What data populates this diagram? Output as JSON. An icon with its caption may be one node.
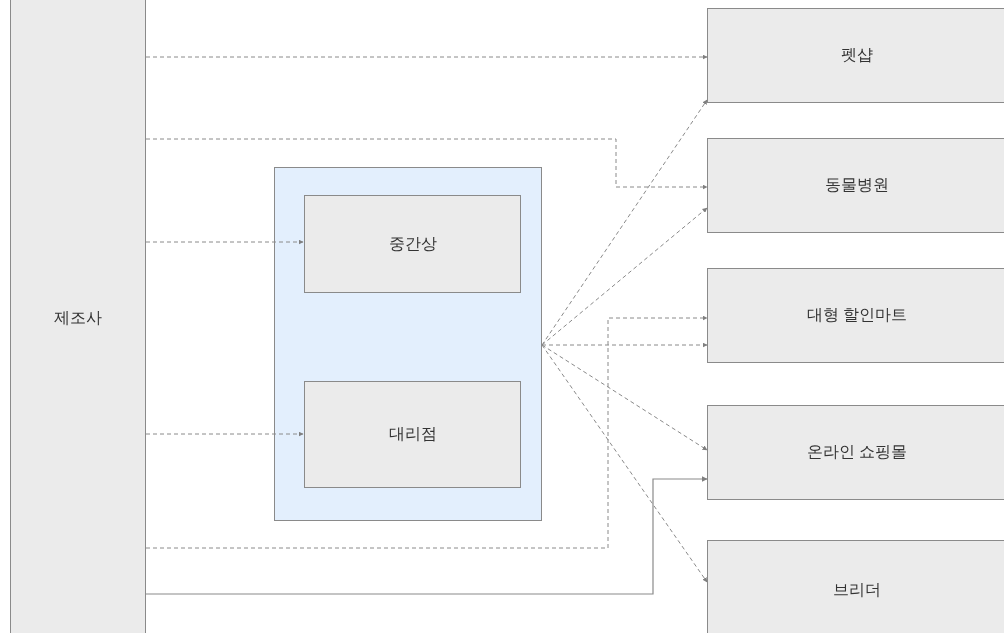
{
  "diagram": {
    "nodes": [
      {
        "text": [
          "제조사"
        ]
      },
      {
        "text": [],
        "shape": "box"
      },
      {
        "text": [
          "중간상"
        ],
        "in": 1
      },
      {
        "text": [
          "대리점"
        ],
        "in": 1
      },
      {
        "text": [
          "펫샵"
        ]
      },
      {
        "text": [
          "동물병원"
        ]
      },
      {
        "text": [
          "대형 할인마트"
        ]
      },
      {
        "text": [
          "온라인 쇼핑몰"
        ]
      },
      {
        "text": [
          "브리더"
        ]
      }
    ],
    "edges": [
      {
        "from": 0,
        "to": 4,
        "arrow": "to",
        "style": "dashed"
      },
      {
        "from": 0,
        "to": 5,
        "arrow": "to",
        "style": "dashed"
      },
      {
        "from": 0,
        "to": 2,
        "arrow": "to",
        "style": "dashed"
      },
      {
        "from": 0,
        "to": 3,
        "arrow": "to",
        "style": "dashed"
      },
      {
        "from": 1,
        "to": 4,
        "arrow": "to",
        "style": "dashed"
      },
      {
        "from": 1,
        "to": 5,
        "arrow": "to",
        "style": "dashed"
      },
      {
        "from": 1,
        "to": 6,
        "arrow": "to",
        "style": "dashed"
      },
      {
        "from": 1,
        "to": 7,
        "arrow": "to",
        "style": "dashed"
      },
      {
        "from": 1,
        "to": 8,
        "arrow": "to",
        "style": "dashed"
      },
      {
        "from": 0,
        "to": 6,
        "arrow": "to",
        "style": "dashed"
      },
      {
        "from": 0,
        "to": 7,
        "arrow": "to"
      }
    ]
  }
}
